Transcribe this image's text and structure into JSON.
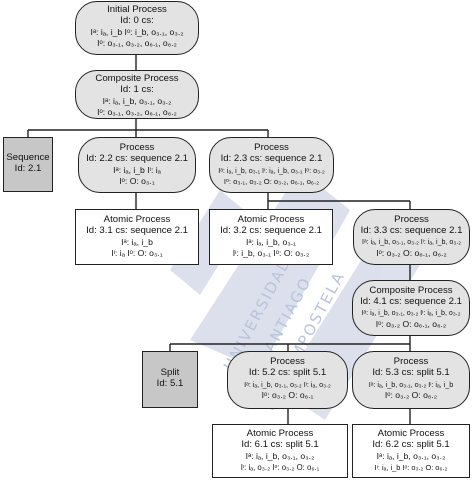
{
  "nodes": {
    "initial": {
      "title": "Initial Process",
      "l1": "Id: 0 cs:",
      "l2": "Iᵃ: iₐ, i_b  Iᵒ: i_b, o₃.₁, o₃.₂",
      "l3": "Iᵒ: o₃.₁, o₃.₂, o₆.₁, o₆.₂"
    },
    "composite1": {
      "title": "Composite Process",
      "l1": "Id: 1 cs:",
      "l2": "Iᵃ: iₐ, i_b, o₃.₁, o₃.₂",
      "l3": "Iᵒ: o₃.₁, o₃.₂, o₆.₁, o₆.₂"
    },
    "sequence": {
      "title": "Sequence",
      "l1": "Id: 2.1"
    },
    "p22": {
      "title": "Process",
      "l1": "Id: 2.2 cs: sequence 2.1",
      "l2": "Iᵃ: iₐ, i_b  Iᶦ: iₐ",
      "l3": "Iᵒ:  O: o₃.₁"
    },
    "p23": {
      "title": "Process",
      "l1": "Id: 2.3 cs: sequence 2.1",
      "l2": "Iᵃ: iₐ, i_b, o₃.₁  Iᶦ: iₐ, i_b, o₃.₁  Iᵒ: o₃.₂",
      "l3": "Iᵒ: o₃.₁, o₃.₂  O: o₃.₂, o₆.₁, o₆.₂"
    },
    "a31": {
      "title": "Atomic Process",
      "l1": "Id: 3.1 cs: sequence 2.1",
      "l2": "Iᵃ: iₐ, i_b",
      "l3": "Iᶦ: iₐ  Iᵒ:  O: o₃.₁"
    },
    "a32": {
      "title": "Atomic Process",
      "l1": "Id: 3.2 cs: sequence 2.1",
      "l2": "Iᵃ: iₐ, i_b, o₃.₁",
      "l3": "Iᶦ: i_b, o₃.₁  Iᵒ:  O: o₃.₂"
    },
    "p33": {
      "title": "Process",
      "l1": "Id: 3.3 cs: sequence 2.1",
      "l2": "Iᵃ: iₐ, i_b, o₃.₁, o₃.₂  Iᶦ: iₐ, i_b, o₃.₂",
      "l3": "Iᵒ: o₃.₂  O: o₆.₁, o₆.₂"
    },
    "composite41": {
      "title": "Composite Process",
      "l1": "Id: 4.1 cs: sequence 2.1",
      "l2": "Iᵃ: iₐ, i_b, o₃.₁, o₃.₂  Iᶦ: iₐ, i_b, o₃.₂",
      "l3": "Iᵒ: o₃.₂  O: o₆.₁, o₆.₂"
    },
    "split": {
      "title": "Split",
      "l1": "Id: 5.1"
    },
    "p52": {
      "title": "Process",
      "l1": "Id: 5.2 cs: split 5.1",
      "l2": "Iᵃ: iₐ, i_b, o₃.₁, o₃.₂  Iᶦ: iₐ, o₃.₂",
      "l3": "Iᵒ: o₃.₂  O: o₆.₁"
    },
    "p53": {
      "title": "Process",
      "l1": "Id: 5.3 cs: split 5.1",
      "l2": "Iᵃ: iₐ, i_b, o₃.₁, o₃.₂  Iᶦ: iₐ, i_b",
      "l3": "Iᵒ: o₃.₂  O: o₆.₂"
    },
    "a61": {
      "title": "Atomic Process",
      "l1": "Id: 6.1 cs: split 5.1",
      "l2": "Iᵃ: iₐ, i_b, o₃.₁, o₃.₂",
      "l3": "Iᶦ: iₐ, o₃.₂  Iᵒ: o₃.₂  O: o₆.₁"
    },
    "a62": {
      "title": "Atomic Process",
      "l1": "Id: 6.2 cs: split 5.1",
      "l2": "Iᵃ: iₐ, i_b, o₃.₁, o₃.₂",
      "l3": "Iᶦ: iₐ, i_b  Iᵒ: o₃.₂  O: o₆.₂"
    }
  },
  "watermark": {
    "line1": "UNIVERSIDADE",
    "line2": "DE SANTIAGO",
    "line3": "DE COMPOSTELA",
    "logo": "USC",
    "color": "#b9c3d9"
  },
  "colors": {
    "stroke": "#222222",
    "pill_fill": "#e3e3e3",
    "square_fill": "#c7c7c7",
    "rect_fill": "#ffffff"
  }
}
